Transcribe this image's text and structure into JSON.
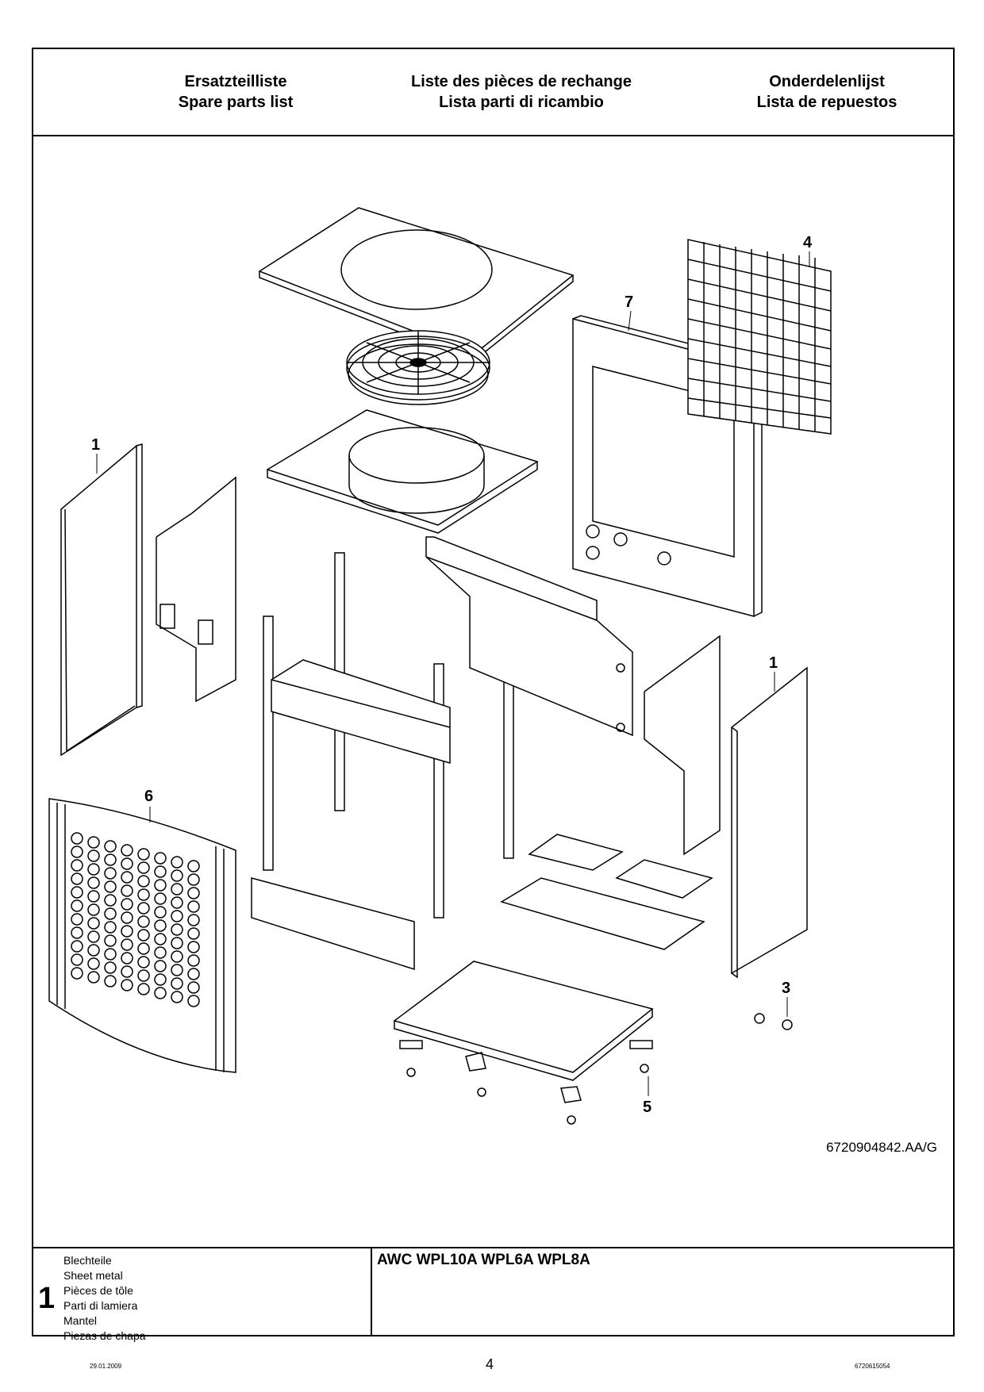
{
  "header": {
    "col1": [
      "Ersatzteilliste",
      "Spare parts list"
    ],
    "col2": [
      "Liste des pièces de rechange",
      "Lista parti di ricambio"
    ],
    "col3": [
      "Onderdelenlijst",
      "Lista de repuestos"
    ]
  },
  "drawing": {
    "callouts": [
      "4",
      "7",
      "1",
      "1",
      "6",
      "3",
      "5"
    ],
    "drawing_code": "6720904842.AA/G"
  },
  "footer": {
    "section_number": "1",
    "section_names": [
      "Blechteile",
      "Sheet metal",
      "Pièces de tôle",
      "Parti di lamiera",
      "Mantel",
      "Piezas de chapa"
    ],
    "model": "AWC WPL10A WPL6A WPL8A"
  },
  "page": {
    "date": "29.01.2009",
    "number": "4",
    "doc_number": "6720615054"
  }
}
